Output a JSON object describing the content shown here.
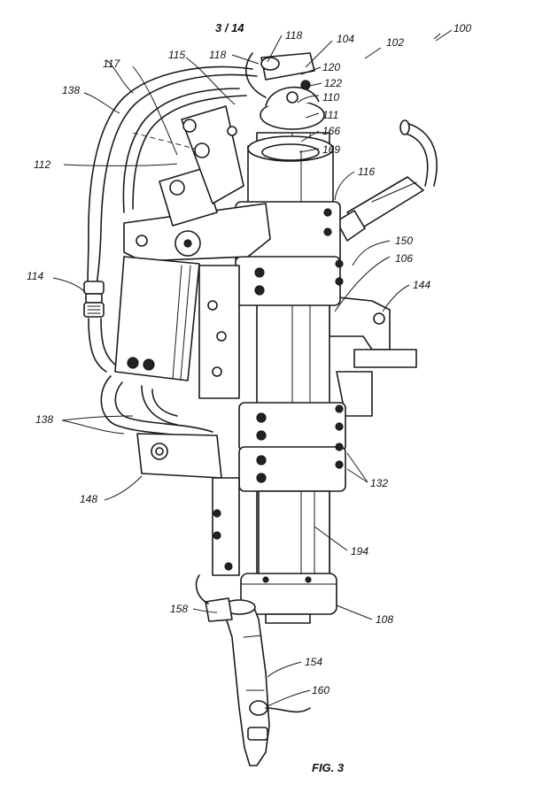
{
  "sheet": "3 / 14",
  "figure_label": "FIG. 3",
  "refs": {
    "r100": "100",
    "r102": "102",
    "r104": "104",
    "r106": "106",
    "r108": "108",
    "r110": "110",
    "r111": "111",
    "r112": "112",
    "r114": "114",
    "r115": "115",
    "r116": "116",
    "r117": "117",
    "r118a": "118",
    "r118b": "118",
    "r120": "120",
    "r122": "122",
    "r132": "132",
    "r138a": "138",
    "r138b": "138",
    "r144": "144",
    "r148": "148",
    "r150": "150",
    "r154": "154",
    "r158": "158",
    "r160": "160",
    "r166": "166",
    "r169": "169",
    "r194": "194"
  }
}
